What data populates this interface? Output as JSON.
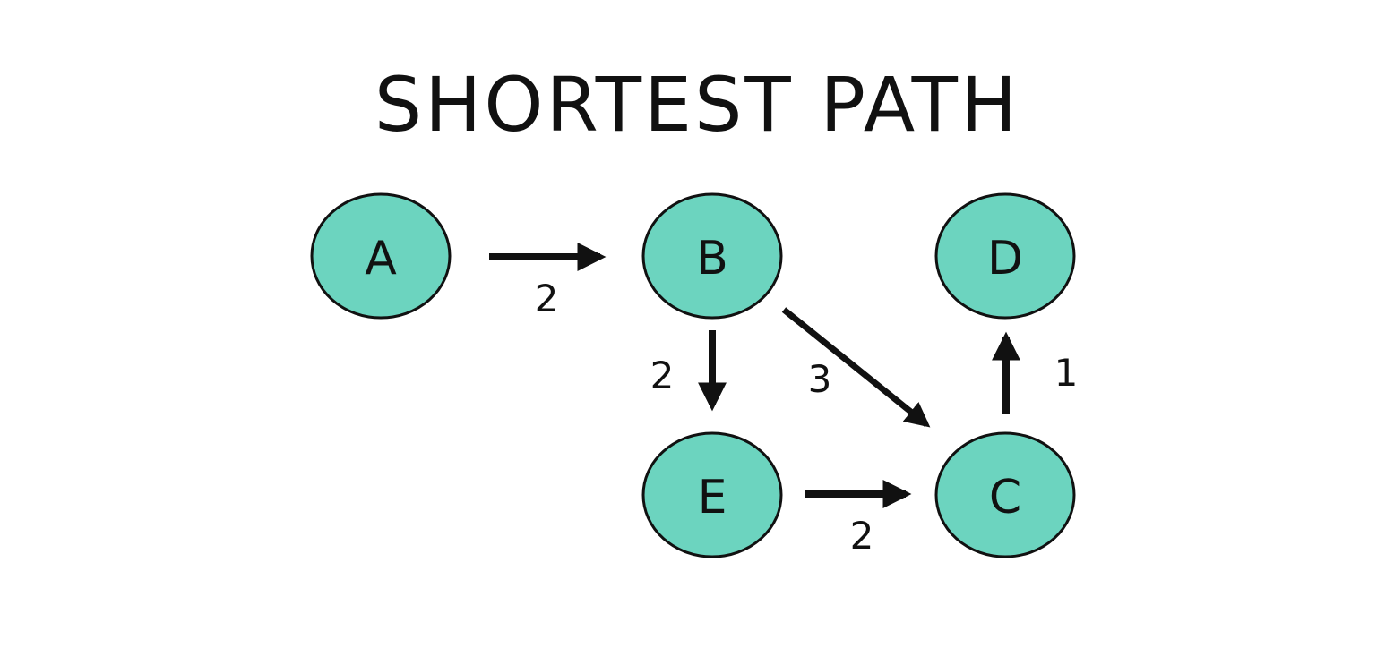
{
  "title": "SHORTEST PATH",
  "colors": {
    "node_fill": "#6cd4bf",
    "node_stroke": "#111111",
    "edge": "#111111",
    "text": "#111111",
    "background": "#ffffff"
  },
  "nodes": [
    {
      "id": "A",
      "label": "A"
    },
    {
      "id": "B",
      "label": "B"
    },
    {
      "id": "D",
      "label": "D"
    },
    {
      "id": "E",
      "label": "E"
    },
    {
      "id": "C",
      "label": "C"
    }
  ],
  "edges": [
    {
      "id": "A-B",
      "from": "A",
      "to": "B",
      "weight": "2"
    },
    {
      "id": "B-E",
      "from": "B",
      "to": "E",
      "weight": "2"
    },
    {
      "id": "B-C",
      "from": "B",
      "to": "C",
      "weight": "3"
    },
    {
      "id": "E-C",
      "from": "E",
      "to": "C",
      "weight": "2"
    },
    {
      "id": "C-D",
      "from": "C",
      "to": "D",
      "weight": "1"
    }
  ]
}
